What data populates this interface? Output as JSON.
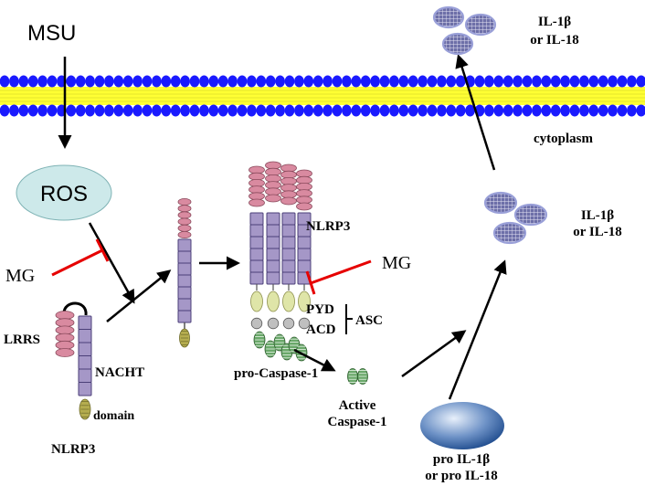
{
  "labels": {
    "msu": "MSU",
    "ros": "ROS",
    "mg_left": "MG",
    "mg_right": "MG",
    "lrrs": "LRRS",
    "nacht": "NACHT",
    "domain": "domain",
    "nlrp3_bottom": "NLRP3",
    "nlrp3_complex": "NLRP3",
    "pyd": "PYD",
    "acd": "ACD",
    "asc": "ASC",
    "pro_caspase": "pro-Caspase-1",
    "active_caspase_1": "Active",
    "active_caspase_2": "Caspase-1",
    "pro_il_1": "pro IL-1β",
    "pro_il_2": "or pro IL-18",
    "il_mid_1": "IL-1β",
    "il_mid_2": "or IL-18",
    "il_top_1": "IL-1β",
    "il_top_2": "or IL-18",
    "cytoplasm": "cytoplasm"
  },
  "colors": {
    "membrane_head": "#1a1aff",
    "membrane_tail": "#ffff33",
    "ros_fill": "#cde9ea",
    "lrr": "#d98aa0",
    "nacht": "#a597c7",
    "pyd": "#dfe5a8",
    "card": "#bfbfbf",
    "caspase": "#6aa86a",
    "inhibit": "#e60000",
    "arrow": "#000000"
  }
}
